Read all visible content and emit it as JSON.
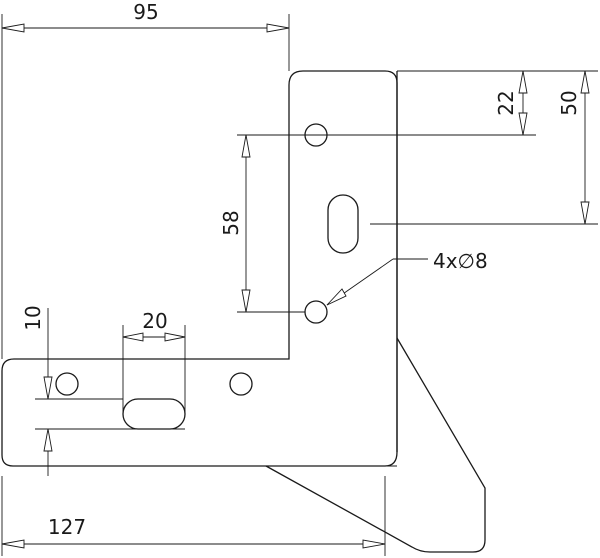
{
  "dimensions": {
    "width_top": "95",
    "hole_offset_top": "22",
    "slot_offset_top": "50",
    "hole_spacing_vertical": "58",
    "holes_callout": "4x∅8",
    "hole_offset_left": "10",
    "slot_length": "20",
    "width_bottom": "127"
  }
}
